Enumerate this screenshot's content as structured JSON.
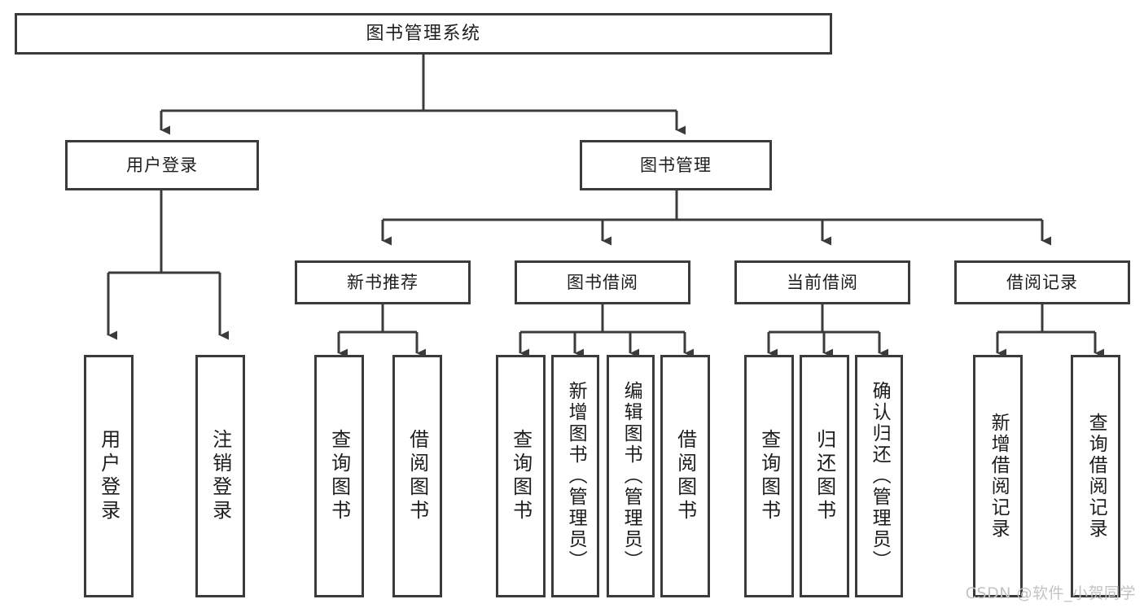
{
  "diagram": {
    "title": "图书管理系统",
    "type": "hierarchy-tree",
    "style": {
      "background": "#ffffff",
      "box_fill": "#ffffff",
      "stroke": "#3b3b3b",
      "text": "#1d1d1d",
      "watermark_color": "#c3c3c3"
    },
    "root": {
      "label": "图书管理系统"
    },
    "level2": [
      {
        "id": "user-login",
        "label": "用户登录"
      },
      {
        "id": "book-management",
        "label": "图书管理"
      }
    ],
    "level3": [
      {
        "id": "new-book-recommend",
        "label": "新书推荐",
        "parent": "book-management"
      },
      {
        "id": "book-borrow",
        "label": "图书借阅",
        "parent": "book-management"
      },
      {
        "id": "current-borrow",
        "label": "当前借阅",
        "parent": "book-management"
      },
      {
        "id": "borrow-record",
        "label": "借阅记录",
        "parent": "book-management"
      }
    ],
    "leaves": {
      "user_login": [
        {
          "id": "leaf-user-login",
          "label": "用户登录"
        },
        {
          "id": "leaf-logout-login",
          "label": "注销登录"
        }
      ],
      "new_book_recommend": [
        {
          "id": "leaf-query-book-1",
          "label": "查询图书"
        },
        {
          "id": "leaf-borrow-book-1",
          "label": "借阅图书"
        }
      ],
      "book_borrow": [
        {
          "id": "leaf-query-book-2",
          "label": "查询图书"
        },
        {
          "id": "leaf-add-book",
          "label": "新增图书（管理员）"
        },
        {
          "id": "leaf-edit-book",
          "label": "编辑图书（管理员）"
        },
        {
          "id": "leaf-borrow-book-2",
          "label": "借阅图书"
        }
      ],
      "current_borrow": [
        {
          "id": "leaf-query-book-3",
          "label": "查询图书"
        },
        {
          "id": "leaf-return-book",
          "label": "归还图书"
        },
        {
          "id": "leaf-confirm-return",
          "label": "确认归还（管理员）"
        }
      ],
      "borrow_record": [
        {
          "id": "leaf-add-record",
          "label": "新增借阅记录"
        },
        {
          "id": "leaf-query-record",
          "label": "查询借阅记录"
        }
      ]
    },
    "watermark": "CSDN @软件_小贺同学"
  }
}
